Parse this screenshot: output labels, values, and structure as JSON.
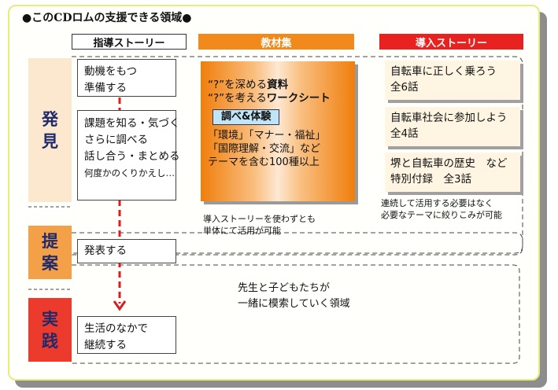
{
  "title": "●このCDロムの支援できる領域●",
  "columns": {
    "guidance": "指導ストーリー",
    "materials": "教材集",
    "intro": "導入ストーリー"
  },
  "phases": {
    "discovery": [
      "発",
      "見"
    ],
    "proposal": [
      "提",
      "案"
    ],
    "practice": [
      "実",
      "践"
    ]
  },
  "steps": {
    "motivate": [
      "動機をもつ",
      "準備する"
    ],
    "process": [
      "課題を知る・気づく",
      "さらに調べる",
      "話し合う・まとめる",
      "何度かのくりかえし…"
    ],
    "present": "発表する",
    "continue": [
      "生活のなかで",
      "継続する"
    ]
  },
  "materials": {
    "line1_pre": "“?”を深める",
    "line1_bold": "資料",
    "line2_pre": "“?”を考える",
    "line2_bold": "ワークシート",
    "tag": "調べ&体験",
    "topics": [
      "「環境」「マナー・福祉」",
      "「国際理解・交流」など",
      "テーマを含む100種以上"
    ]
  },
  "stories": [
    [
      "自転車に正しく乗ろう",
      "全6話"
    ],
    [
      "自転車社会に参加しよう",
      "全4話"
    ],
    [
      "堺と自転車の歴史　など",
      "特別付録　全3話"
    ]
  ],
  "notes": {
    "materials": [
      "導入ストーリーを使わずとも",
      "単体にて活用が可能"
    ],
    "intro": [
      "連続して活用する必要はなく",
      "必要なテーマに絞りこみが可能"
    ],
    "center": [
      "先生と子どもたちが",
      "一緒に模索していく領域"
    ]
  },
  "colors": {
    "materials_header": "#f18a1a",
    "intro_header": "#e8231f",
    "arrow": "#d61f1f",
    "phase_text": "#1f2a6b"
  }
}
